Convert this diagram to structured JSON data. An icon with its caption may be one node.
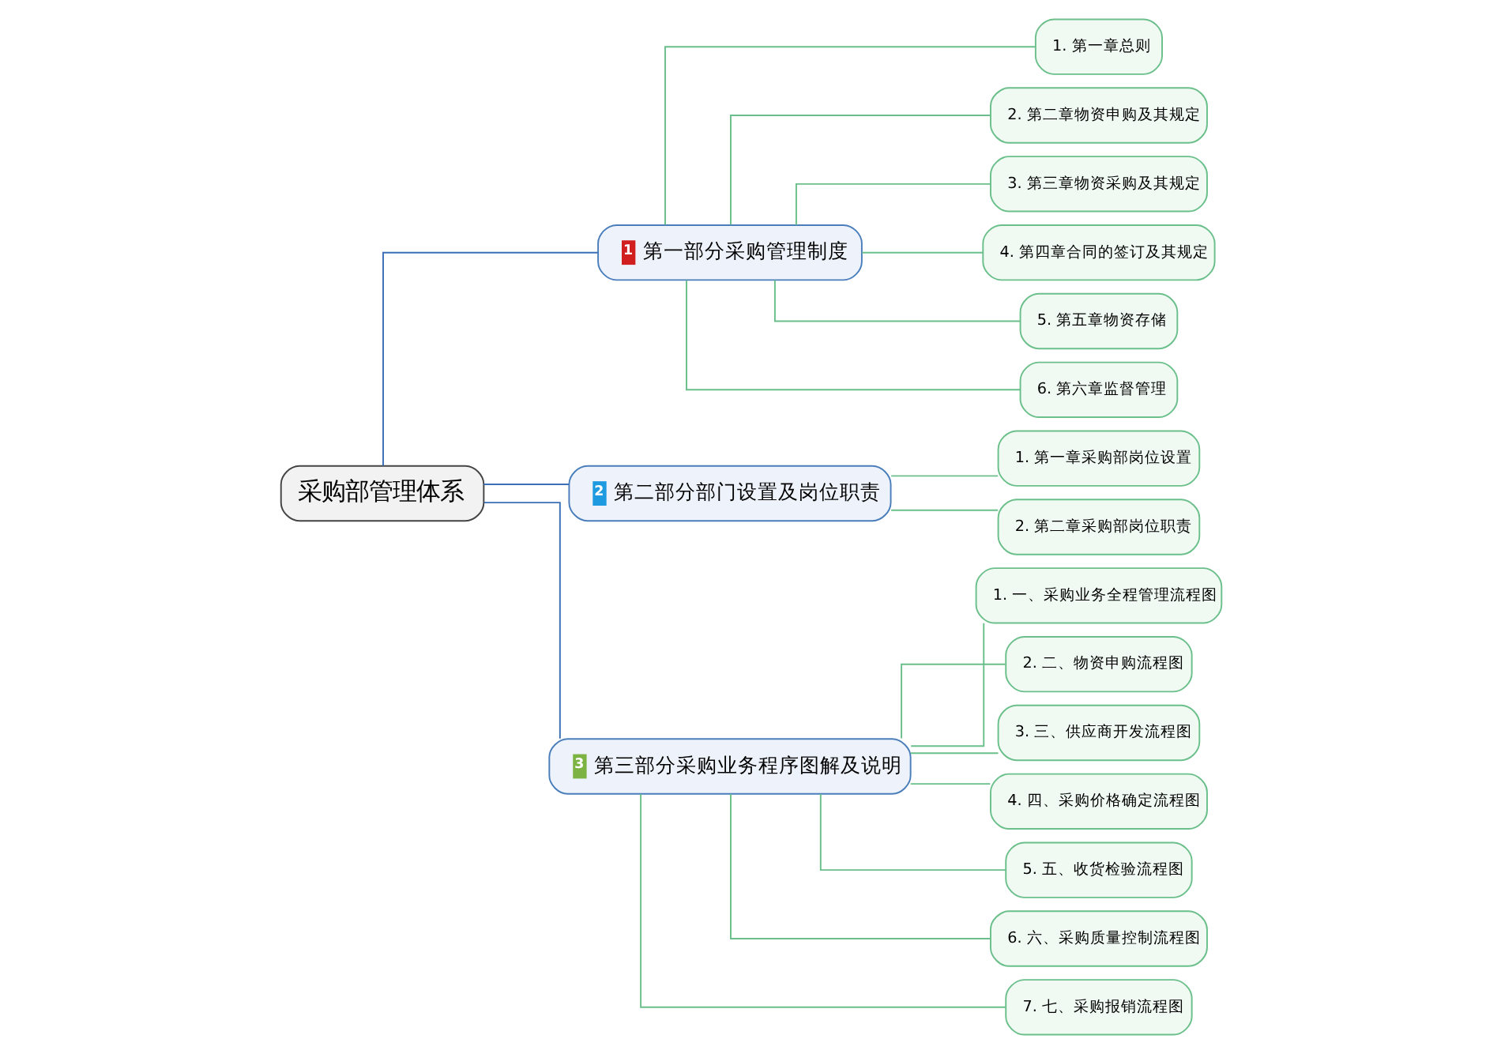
{
  "diagram": {
    "nodes": [
      {
        "text": [
          "采购部管理体系"
        ]
      },
      {
        "text": [
          "1",
          "第一部分采购管理制度"
        ]
      },
      {
        "text": [
          "2",
          "第二部分部门设置及岗位职责"
        ]
      },
      {
        "text": [
          "3",
          "第三部分采购业务程序图解及说明"
        ]
      },
      {
        "text": [
          "1. 第一章总则"
        ]
      },
      {
        "text": [
          "2. 第二章物资申购及其规定"
        ]
      },
      {
        "text": [
          "3. 第三章物资采购及其规定"
        ]
      },
      {
        "text": [
          "4. 第四章合同的签订及其规定"
        ]
      },
      {
        "text": [
          "5. 第五章物资存储"
        ]
      },
      {
        "text": [
          "6. 第六章监督管理"
        ]
      },
      {
        "text": [
          "1. 第一章采购部岗位设置"
        ]
      },
      {
        "text": [
          "2. 第二章采购部岗位职责"
        ]
      },
      {
        "text": [
          "1. 一、采购业务全程管理流程图"
        ]
      },
      {
        "text": [
          "2. 二、物资申购流程图"
        ]
      },
      {
        "text": [
          "3. 三、供应商开发流程图"
        ]
      },
      {
        "text": [
          "4. 四、采购价格确定流程图"
        ]
      },
      {
        "text": [
          "5. 五、收货检验流程图"
        ]
      },
      {
        "text": [
          "6. 六、采购质量控制流程图"
        ]
      },
      {
        "text": [
          "7. 七、采购报销流程图"
        ]
      }
    ],
    "edges": [
      {
        "from": 0,
        "to": 1,
        "arrow": "none",
        "color": "#3b6fb6"
      },
      {
        "from": 0,
        "to": 2,
        "arrow": "none",
        "color": "#3b6fb6"
      },
      {
        "from": 0,
        "to": 3,
        "arrow": "none",
        "color": "#3b6fb6"
      },
      {
        "from": 1,
        "to": 4,
        "arrow": "none"
      },
      {
        "from": 1,
        "to": 5,
        "arrow": "none"
      },
      {
        "from": 1,
        "to": 6,
        "arrow": "none"
      },
      {
        "from": 1,
        "to": 7,
        "arrow": "none"
      },
      {
        "from": 1,
        "to": 8,
        "arrow": "none"
      },
      {
        "from": 1,
        "to": 9,
        "arrow": "none"
      },
      {
        "from": 2,
        "to": 10,
        "arrow": "none"
      },
      {
        "from": 2,
        "to": 11,
        "arrow": "none"
      },
      {
        "from": 3,
        "to": 12,
        "arrow": "none"
      },
      {
        "from": 3,
        "to": 13,
        "arrow": "none"
      },
      {
        "from": 3,
        "to": 14,
        "arrow": "none"
      },
      {
        "from": 3,
        "to": 15,
        "arrow": "none"
      },
      {
        "from": 3,
        "to": 16,
        "arrow": "none"
      },
      {
        "from": 3,
        "to": 17,
        "arrow": "none"
      },
      {
        "from": 3,
        "to": 18,
        "arrow": "none"
      }
    ]
  }
}
